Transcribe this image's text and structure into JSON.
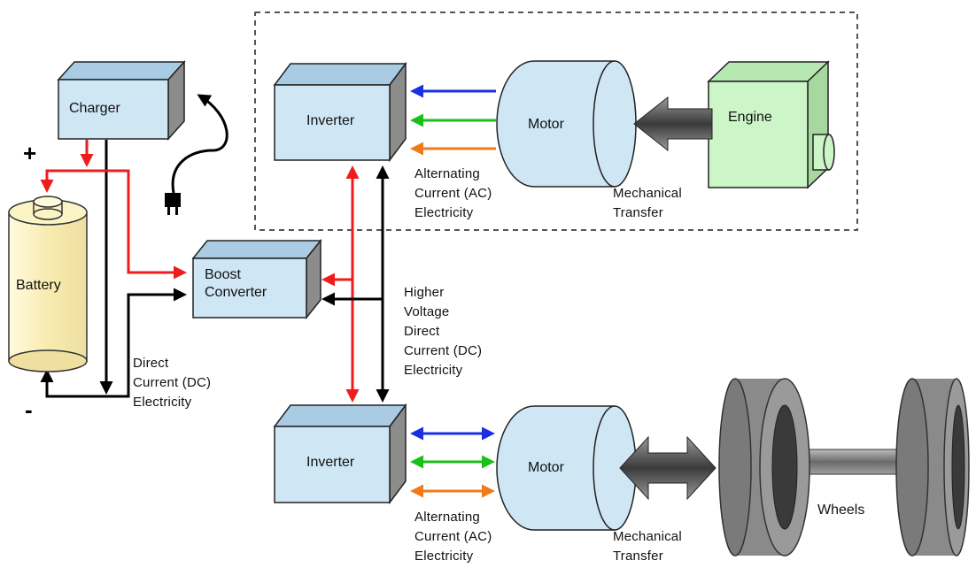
{
  "components": {
    "charger": "Charger",
    "battery": "Battery",
    "boost_converter_line1": "Boost",
    "boost_converter_line2": "Converter",
    "inverter_top": "Inverter",
    "inverter_bottom": "Inverter",
    "motor_top": "Motor",
    "motor_bottom": "Motor",
    "engine": "Engine",
    "wheels": "Wheels"
  },
  "terminals": {
    "positive": "+",
    "negative": "-"
  },
  "labels": {
    "dc": [
      "Direct",
      "Current (DC)",
      "Electricity"
    ],
    "hvdc": [
      "Higher",
      "Voltage",
      "Direct",
      "Current (DC)",
      "Electricity"
    ],
    "ac_top": [
      "Alternating",
      "Current (AC)",
      "Electricity"
    ],
    "ac_bottom": [
      "Alternating",
      "Current (AC)",
      "Electricity"
    ],
    "mech_top": [
      "Mechanical",
      "Transfer"
    ],
    "mech_bottom": [
      "Mechanical",
      "Transfer"
    ]
  },
  "colors": {
    "box_fill": "#cfe6f5",
    "engine_fill": "#ccf5c8",
    "battery_fill": "#fbf5c6",
    "red_wire": "#ee1c1c",
    "black_wire": "#000000",
    "ac_blue": "#1a2fe0",
    "ac_green": "#18c018",
    "ac_orange": "#f07a18",
    "wheel": "#8a8a8a"
  }
}
